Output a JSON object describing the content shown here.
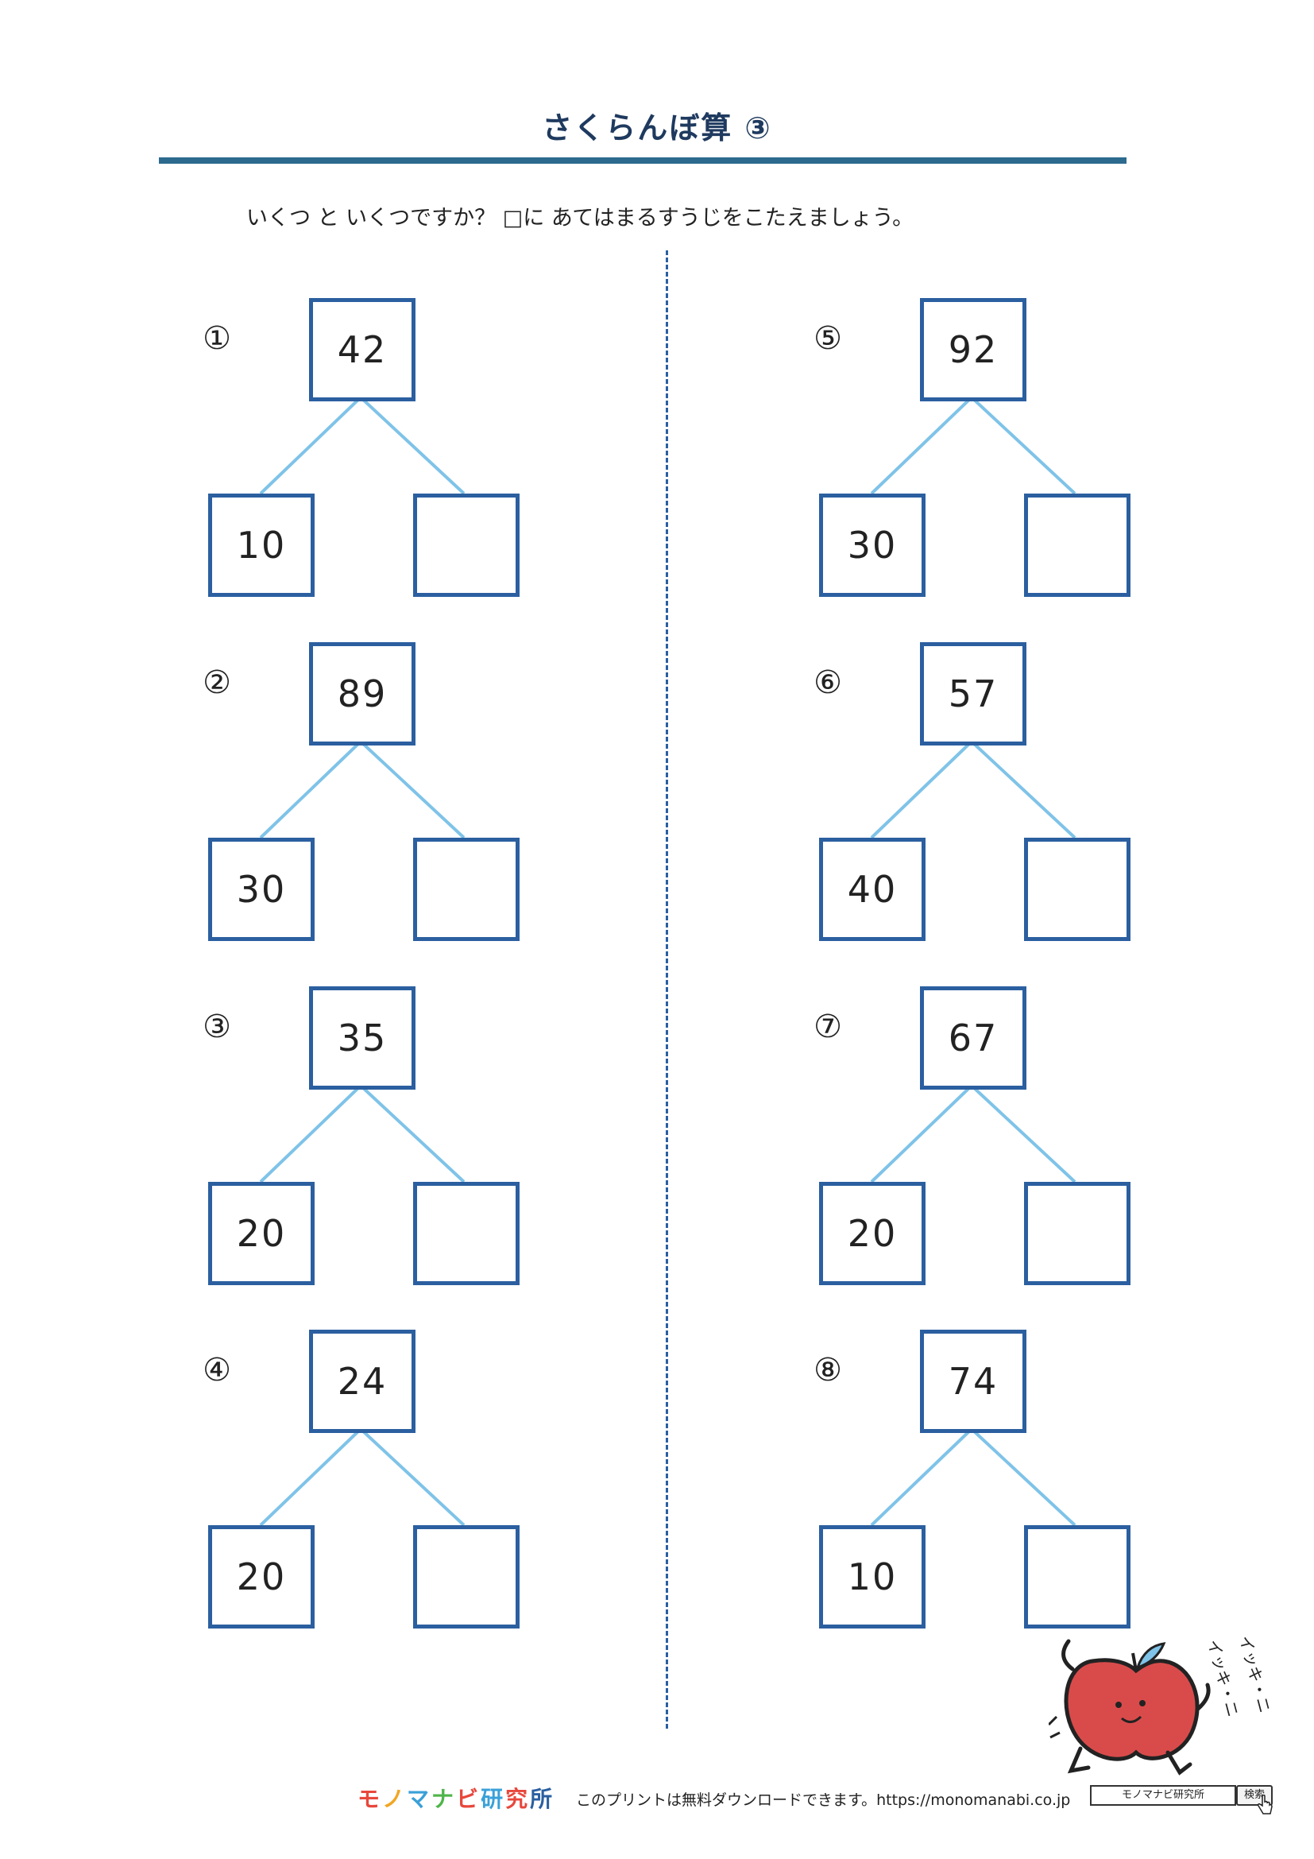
{
  "header": {
    "title": "さくらんぼ算 ③",
    "instruction": "いくつ と いくつですか？ □に あてはまるすうじをこたえましょう。"
  },
  "problems": [
    {
      "label": "①",
      "total": "42",
      "part": "10",
      "answer": ""
    },
    {
      "label": "②",
      "total": "89",
      "part": "30",
      "answer": ""
    },
    {
      "label": "③",
      "total": "35",
      "part": "20",
      "answer": ""
    },
    {
      "label": "④",
      "total": "24",
      "part": "20",
      "answer": ""
    },
    {
      "label": "⑤",
      "total": "92",
      "part": "30",
      "answer": ""
    },
    {
      "label": "⑥",
      "total": "57",
      "part": "40",
      "answer": ""
    },
    {
      "label": "⑦",
      "total": "67",
      "part": "20",
      "answer": ""
    },
    {
      "label": "⑧",
      "total": "74",
      "part": "10",
      "answer": ""
    }
  ],
  "footer": {
    "logo_chars": [
      "モ",
      "ノ",
      "マ",
      "ナ",
      "ビ",
      "研",
      "究",
      "所"
    ],
    "logo_colors": [
      "#e8473c",
      "#f2a623",
      "#3aa0d8",
      "#4fb54a",
      "#e8473c",
      "#3aa0d8",
      "#e8473c",
      "#2b5fa0"
    ],
    "text": "このプリントは無料ダウンロードできます。https://monomanabi.co.jp",
    "search_box_text": "モノマナビ研究所",
    "search_button_label": "検索"
  },
  "mascot": {
    "shout_1": "イッキ・ニ",
    "shout_2": "イッキ・ニ"
  },
  "colors": {
    "box_border": "#2b5fa0",
    "branch_line": "#7fc3e8",
    "title_rule": "#2c6a8e",
    "apple": "#d94b4b"
  }
}
